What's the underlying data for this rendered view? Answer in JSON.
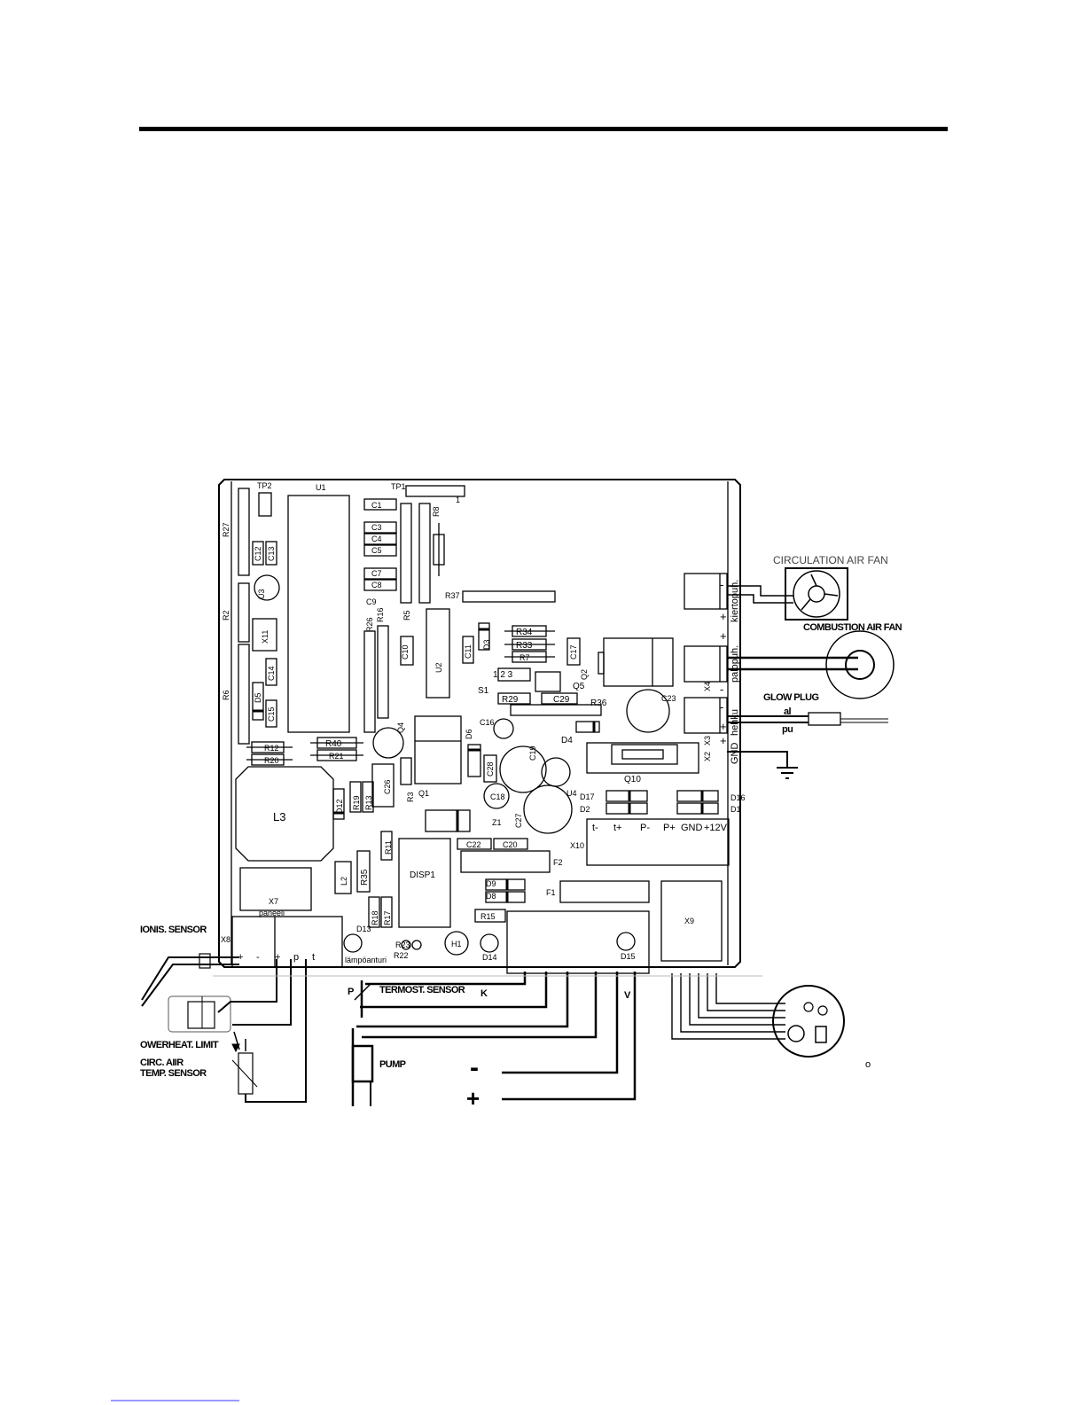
{
  "board": {
    "components": [
      "TP2",
      "U1",
      "TP1",
      "1",
      "R27",
      "C1",
      "C3",
      "C4",
      "C5",
      "C7",
      "C8",
      "C9",
      "R8",
      "C12",
      "C13",
      "U3",
      "R2",
      "X11",
      "R37",
      "R5",
      "R16",
      "R26",
      "R34",
      "R33",
      "R7",
      "C17",
      "C11",
      "D3",
      "C10",
      "U2",
      "R6",
      "D5",
      "C14",
      "C15",
      "S1",
      "1 2 3",
      "Q5",
      "R29",
      "C29",
      "R36",
      "C23",
      "Q2",
      "C16",
      "D4",
      "R12",
      "R40",
      "R20",
      "R21",
      "Q4",
      "D6",
      "C28",
      "C19",
      "Q10",
      "L3",
      "D12",
      "R19",
      "R13",
      "C26",
      "Q1",
      "R3",
      "C18",
      "U4",
      "D17",
      "D2",
      "D16",
      "D1",
      "Z1",
      "C27",
      "R11",
      "C22",
      "C20",
      "X10",
      "F2",
      "L2",
      "R35",
      "DISP1",
      "D9",
      "D8",
      "F1",
      "X9",
      "X7",
      "R18",
      "R17",
      "R15",
      "D13",
      "H1",
      "R23",
      "R22",
      "D14",
      "D15",
      "X8",
      "X4",
      "X3",
      "X2"
    ],
    "x10_pins": [
      "t-",
      "t+",
      "P-",
      "P+",
      "GND",
      "+12V"
    ],
    "x8_pins": [
      "+",
      "-",
      "+",
      "p",
      "t"
    ],
    "right_connector_signs": [
      "-",
      "+",
      "+",
      "-",
      "-",
      "+",
      "+"
    ],
    "right_connector_text": [
      "kiertopuh.",
      "palopuh.",
      "hehku",
      "GND"
    ],
    "paneeli": "paneeli",
    "lampoanturi": "lämpöanturi"
  },
  "labels": {
    "circulation_fan": "CIRCULATION AIR FAN",
    "combustion_fan": "COMBUSTION AIR FAN",
    "glow_plug": "GLOW PLUG",
    "glow_al": "al",
    "glow_pu": "pu",
    "ionis_sensor": "IONIS. SENSOR",
    "overheat_limit": "OWERHEAT. LIMIT",
    "circ_air_sensor_1": "CIRC. AIIR",
    "circ_air_sensor_2": "TEMP. SENSOR",
    "termost_p": "P",
    "termost_sensor": "TERMOST. SENSOR",
    "termost_k": "K",
    "v_label": "V",
    "pump": "PUMP",
    "supply_minus": "-",
    "supply_plus": "+",
    "control_o": "o"
  }
}
